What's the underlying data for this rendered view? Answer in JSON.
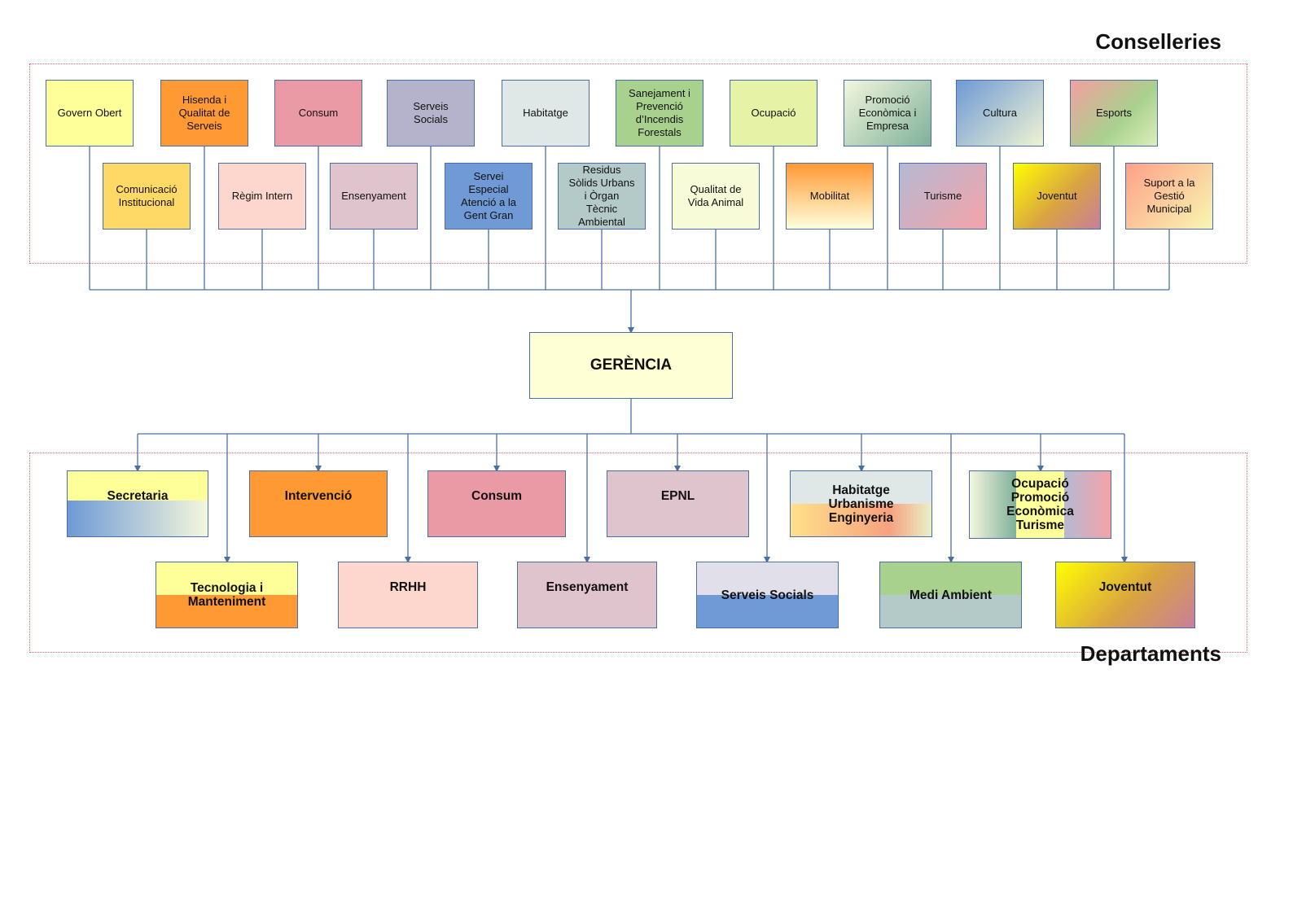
{
  "titles": {
    "conselleries": "Conselleries",
    "departaments": "Departaments"
  },
  "gerencia": "GERÈNCIA",
  "conselleries_top": [
    "Govern Obert",
    "Hisenda i\nQualitat de\nServeis",
    "Consum",
    "Serveis\nSocials",
    "Habitatge",
    "Sanejament i\nPrevenció\nd’Incendis\nForestals",
    "Ocupació",
    "Promoció\nEconòmica i\nEmpresa",
    "Cultura",
    "Esports"
  ],
  "conselleries_bottom": [
    "Comunicació\nInstitucional",
    "Règim Intern",
    "Ensenyament",
    "Servei\nEspecial\nAtenció a la\nGent Gran",
    "Residus\nSòlids Urbans\ni Òrgan\nTècnic\nAmbiental",
    "Qualitat de\nVida Animal",
    "Mobilitat",
    "Turisme",
    "Joventut",
    "Suport a la\nGestió\nMunicipal"
  ],
  "departaments_top": [
    "Secretaria",
    "Intervenció",
    "Consum",
    "EPNL",
    "Habitatge\nUrbanisme\nEnginyeria",
    "Ocupació\nPromoció\nEconòmica\nTurisme"
  ],
  "departaments_bottom": [
    "Tecnologia i\nManteniment",
    "RRHH",
    "Ensenyament",
    "Serveis Socials",
    "Medi Ambient",
    "Joventut"
  ],
  "colors": {
    "line": "#4a6fa5",
    "frame": "#e06666"
  }
}
